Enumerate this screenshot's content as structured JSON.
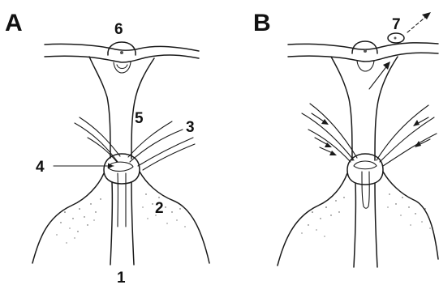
{
  "panels": [
    {
      "letter": "A",
      "labels": [
        "1",
        "2",
        "3",
        "4",
        "5",
        "6"
      ]
    },
    {
      "letter": "B",
      "labels": [
        "7"
      ]
    }
  ]
}
